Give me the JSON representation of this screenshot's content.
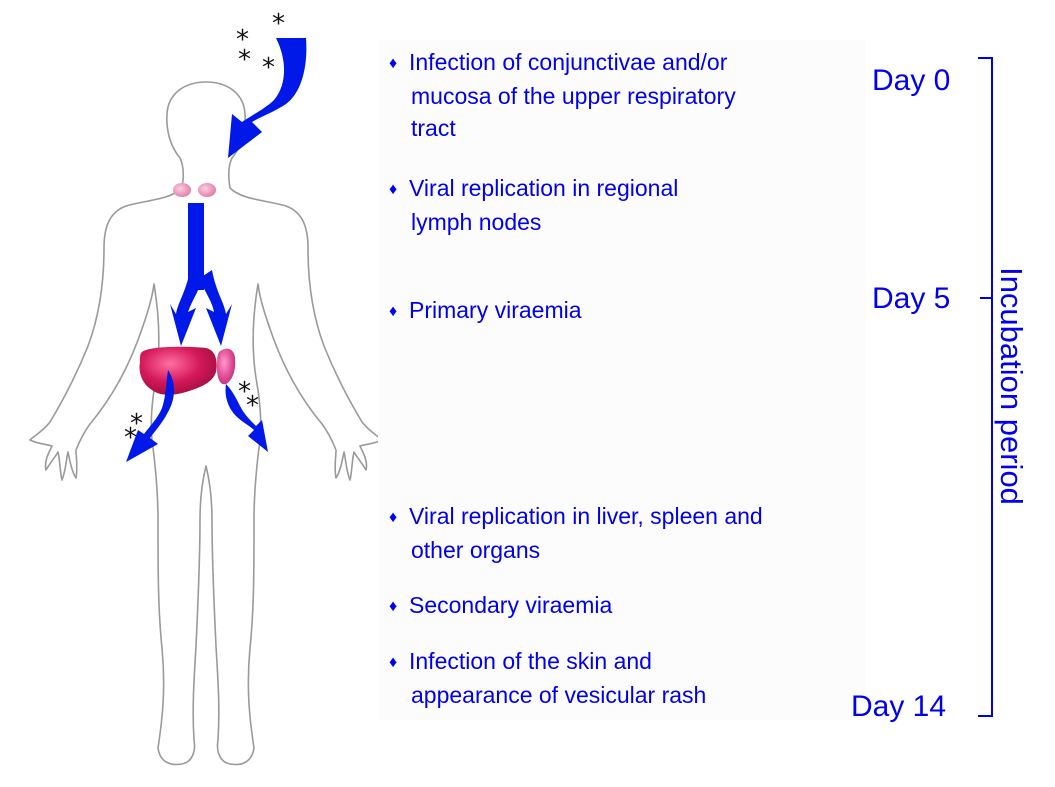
{
  "colors": {
    "text": "#0000ee",
    "arrow": "#0018e8",
    "organ_magenta": "#d4185a",
    "lymph_node": "#e78fb3",
    "body_outline": "#9a9a9a"
  },
  "steps": [
    {
      "lines": [
        "Infection of conjunctivae  and/or",
        "mucosa of the upper respiratory",
        "tract"
      ]
    },
    {
      "lines": [
        "Viral replication in regional",
        "lymph nodes"
      ]
    },
    {
      "lines": [
        "Primary viraemia"
      ]
    },
    {
      "lines": [
        "Viral replication in liver, spleen and",
        "other organs"
      ]
    },
    {
      "lines": [
        "Secondary viraemia"
      ]
    },
    {
      "lines": [
        "Infection of the skin and",
        "appearance of vesicular rash"
      ]
    }
  ],
  "bullet_glyph": "♦",
  "timeline": {
    "day_labels": [
      "Day 0",
      "Day 5",
      "Day 14"
    ],
    "period_label": "Incubation period"
  },
  "virus_marker": "*",
  "icons": {
    "body": "human-body-outline-icon",
    "lymph": "lymph-node-icon",
    "liver": "liver-icon",
    "spleen": "spleen-icon",
    "arrow": "blue-curved-arrow-icon"
  }
}
